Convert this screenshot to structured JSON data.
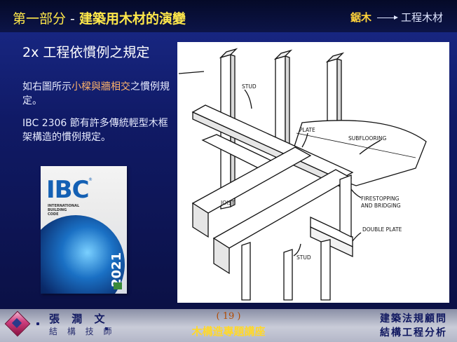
{
  "header": {
    "title_part1": "第一部分",
    "title_sep": " - ",
    "title_part2": "建築用木材的演變",
    "crumb_from": "鋸木",
    "crumb_to": "工程木材"
  },
  "content": {
    "subtitle": "2x 工程依慣例之規定",
    "para1_pre": "如右圖所示",
    "para1_highlight": "小樑與牆相交",
    "para1_post": "之慣例規定。",
    "para2": "IBC 2306 節有許多傳統輕型木框架構造的慣例規定。"
  },
  "book": {
    "logo": "IBC",
    "reg": "®",
    "line1": "INTERNATIONAL",
    "line2": "BUILDING",
    "line3": "CODE",
    "year": "2021"
  },
  "drawing": {
    "labels": {
      "stud_top": "STUD",
      "plate": "PLATE",
      "subflooring": "SUBFLOORING",
      "joist": "JOIST",
      "firestopping1": "FIRESTOPPING",
      "firestopping2": "AND BRIDGING",
      "double_plate": "DOUBLE PLATE",
      "stud_bottom": "STUD"
    }
  },
  "footer": {
    "author": "張 澗 文",
    "author_role": "結 構 技 師",
    "page": "( 19 )",
    "course": "木構造專題講座",
    "right1": "建築法規顧問",
    "right2": "結構工程分析"
  }
}
